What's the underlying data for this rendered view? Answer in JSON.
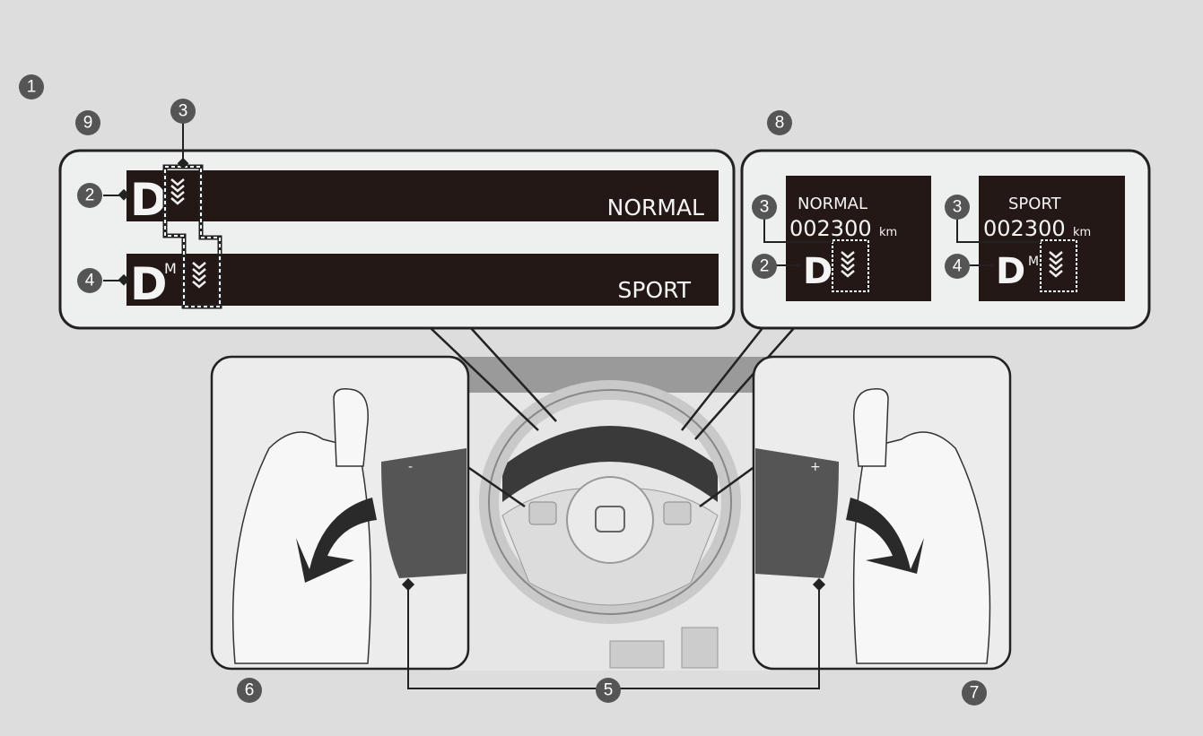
{
  "callouts": {
    "c1": "1",
    "c2": "2",
    "c3": "3",
    "c4": "4",
    "c5": "5",
    "c6": "6",
    "c7": "7",
    "c8": "8",
    "c9": "9"
  },
  "left_display": {
    "normal": {
      "gear": "D",
      "mode": "NORMAL"
    },
    "sport": {
      "gear": "D",
      "superscript": "M",
      "mode": "SPORT"
    }
  },
  "right_display": {
    "normal": {
      "mode": "NORMAL",
      "odometer": "002300",
      "unit": "km",
      "gear": "D"
    },
    "sport": {
      "mode": "SPORT",
      "odometer": "002300",
      "unit": "km",
      "gear": "D",
      "superscript": "M"
    }
  },
  "paddles": {
    "minus": "-",
    "plus": "+"
  },
  "colors": {
    "background": "#dcdddc",
    "panel": "#231815",
    "callout": "#555555",
    "box": "#eef0ef"
  }
}
